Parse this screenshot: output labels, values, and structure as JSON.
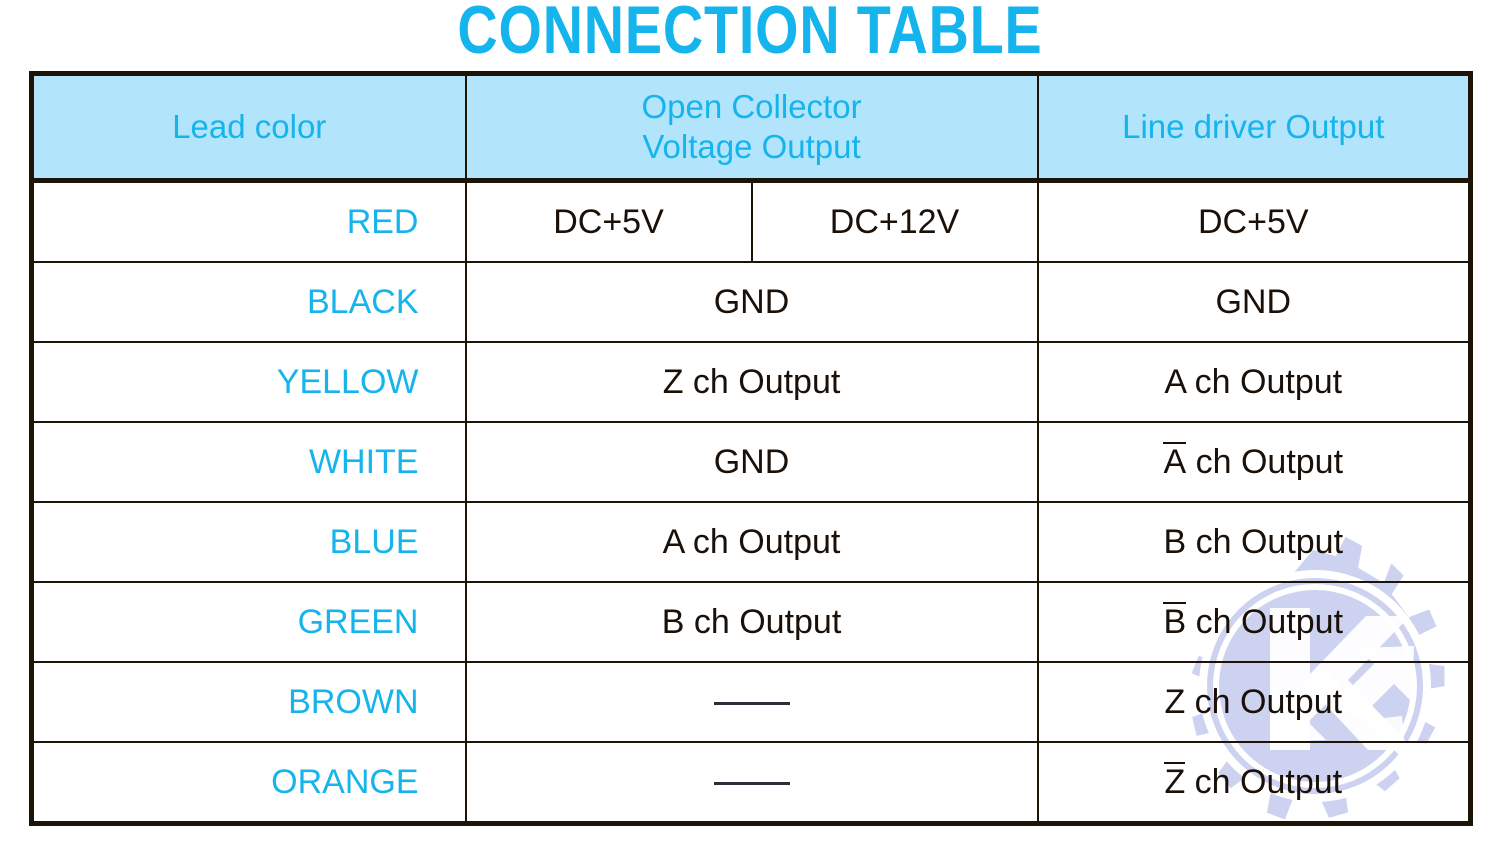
{
  "page": {
    "title": "CONNECTION TABLE",
    "title_color": "#16b4ec",
    "header_bg": "#b2e4fb",
    "border_color": "#1d1407",
    "lead_color_text_color": "#16b4ec",
    "body_text_color": "#1a1008",
    "watermark_color": "#ccd2f0",
    "watermark_name": "gear-arrow-logo"
  },
  "table": {
    "headers": {
      "lead_color": "Lead color",
      "open_collector_line1": "Open Collector",
      "open_collector_line2": "Voltage Output",
      "line_driver": "Line driver Output"
    },
    "rows": [
      {
        "lead": "RED",
        "open_collector_a": "DC+5V",
        "open_collector_b": "DC+12V",
        "split": true,
        "line_driver": "DC+5V",
        "line_driver_overline": "",
        "line_driver_rest": "DC+5V"
      },
      {
        "lead": "BLACK",
        "open_collector": "GND",
        "split": false,
        "line_driver": "GND",
        "line_driver_overline": "",
        "line_driver_rest": "GND"
      },
      {
        "lead": "YELLOW",
        "open_collector": "Z ch Output",
        "split": false,
        "line_driver": "A ch Output",
        "line_driver_overline": "",
        "line_driver_rest": "A ch Output"
      },
      {
        "lead": "WHITE",
        "open_collector": "GND",
        "split": false,
        "line_driver": "A ch Output",
        "line_driver_overline": "A",
        "line_driver_rest": " ch Output"
      },
      {
        "lead": "BLUE",
        "open_collector": "A ch Output",
        "split": false,
        "line_driver": "B ch Output",
        "line_driver_overline": "",
        "line_driver_rest": "B ch Output"
      },
      {
        "lead": "GREEN",
        "open_collector": "B ch Output",
        "split": false,
        "line_driver": "B ch Output",
        "line_driver_overline": "B",
        "line_driver_rest": " ch Output"
      },
      {
        "lead": "BROWN",
        "open_collector": "—",
        "open_collector_is_dash": true,
        "split": false,
        "line_driver": "Z ch Output",
        "line_driver_overline": "",
        "line_driver_rest": "Z ch Output"
      },
      {
        "lead": "ORANGE",
        "open_collector": "—",
        "open_collector_is_dash": true,
        "split": false,
        "line_driver": "Z ch Output",
        "line_driver_overline": "Z",
        "line_driver_rest": " ch Output"
      }
    ]
  }
}
